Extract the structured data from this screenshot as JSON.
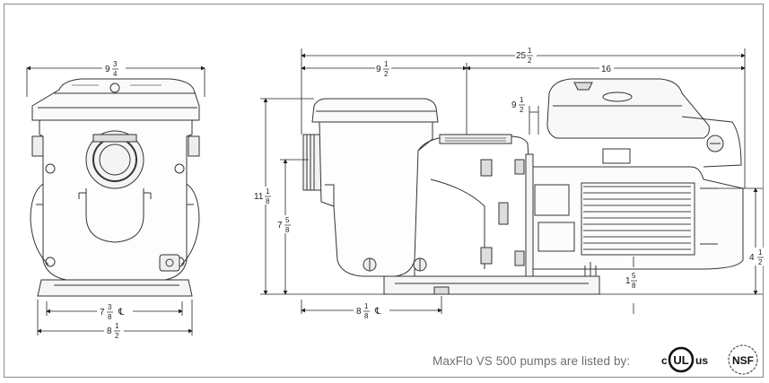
{
  "dimensions": {
    "front_width": {
      "whole": "9",
      "num": "3",
      "den": "4"
    },
    "front_bolt_spacing": {
      "whole": "7",
      "num": "3",
      "den": "8",
      "suffix": "℄"
    },
    "front_base_width": {
      "whole": "8",
      "num": "1",
      "den": "2"
    },
    "overall_length": {
      "whole": "25",
      "num": "1",
      "den": "2"
    },
    "pot_length": {
      "whole": "9",
      "num": "1",
      "den": "2"
    },
    "motor_length": {
      "whole": "16"
    },
    "inlet_to_motor": {
      "whole": "9",
      "num": "1",
      "den": "2"
    },
    "overall_height": {
      "whole": "11",
      "num": "1",
      "den": "8"
    },
    "inlet_height": {
      "whole": "7",
      "num": "5",
      "den": "8"
    },
    "outlet_height": {
      "whole": "4",
      "num": "1",
      "den": "2"
    },
    "base_height": {
      "whole": "1",
      "num": "5",
      "den": "8"
    },
    "side_bolt_spacing": {
      "whole": "8",
      "num": "1",
      "den": "8",
      "suffix": "℄"
    }
  },
  "footer": {
    "text": "MaxFlo VS 500 pumps are listed by:",
    "ul_c": "c",
    "ul_main": "UL",
    "ul_us": "us",
    "nsf": "NSF"
  }
}
